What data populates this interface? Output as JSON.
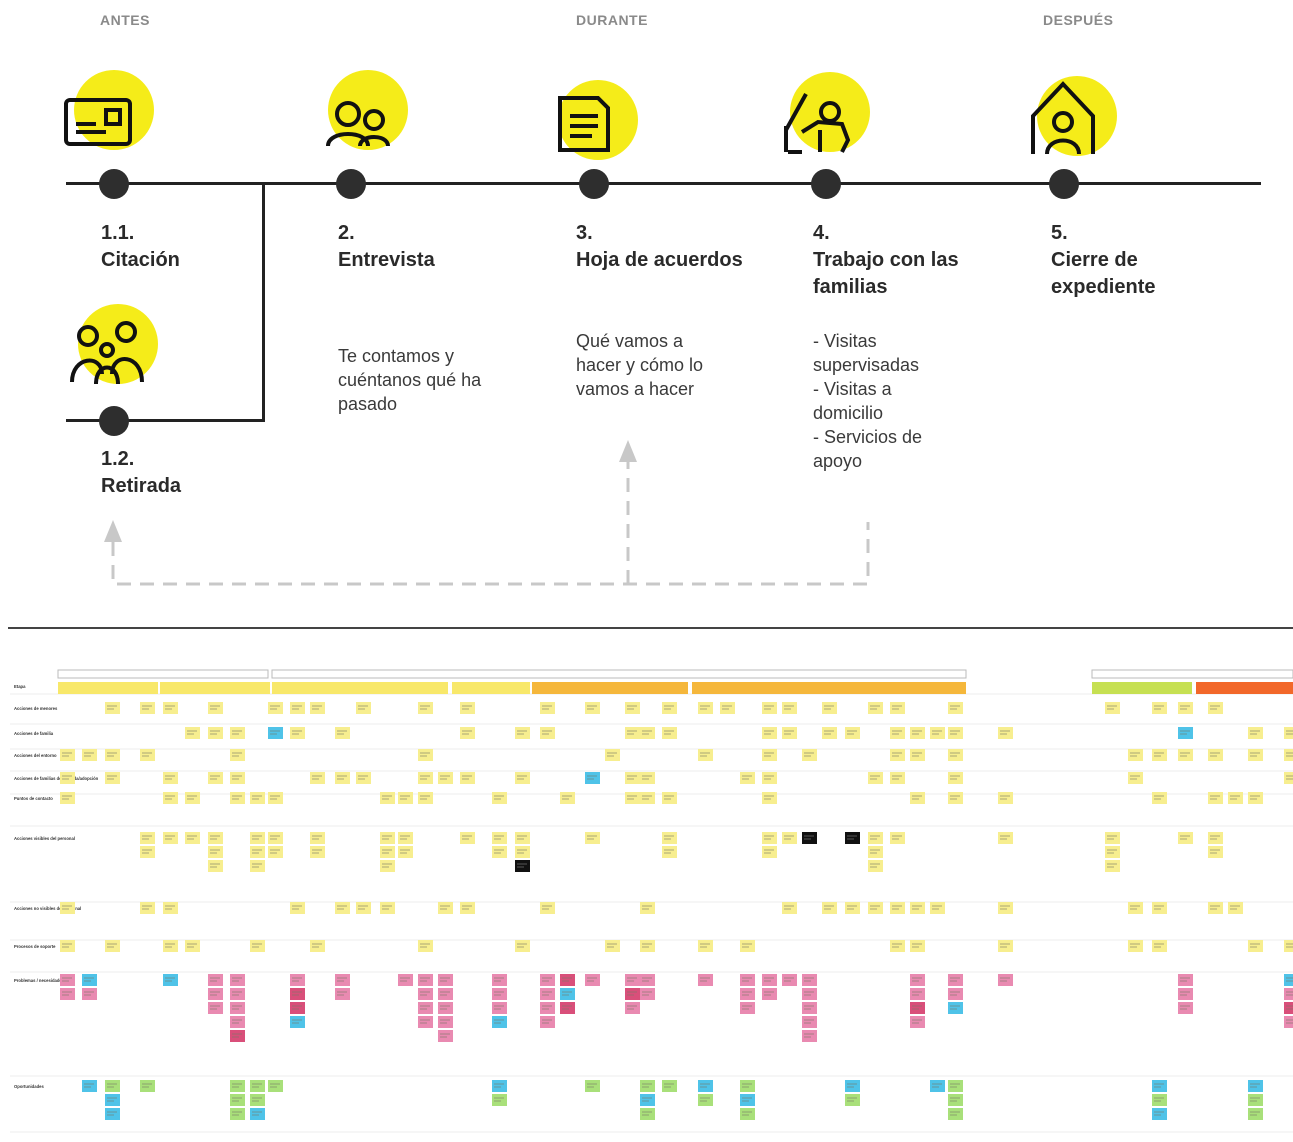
{
  "phases": {
    "before": "ANTES",
    "during": "DURANTE",
    "after": "DESPUÉS"
  },
  "steps": [
    {
      "num": "1.1.",
      "title": "Citación",
      "icon": "id-card-icon"
    },
    {
      "num": "2.",
      "title": "Entrevista",
      "icon": "two-people-icon"
    },
    {
      "num": "3.",
      "title": "Hoja de acuerdos",
      "icon": "document-icon"
    },
    {
      "num": "4.",
      "title": "Trabajo con las familias",
      "icon": "teacher-pointing-icon"
    },
    {
      "num": "5.",
      "title": "Cierre de expediente",
      "icon": "house-person-icon"
    }
  ],
  "branch_step": {
    "num": "1.2.",
    "title": "Retirada",
    "icon": "family-icon"
  },
  "descriptions": {
    "entrevista": "Te contamos y\ncuéntanos qué ha\npasado",
    "acuerdos": "Qué vamos a\nhacer y cómo lo\nvamos a hacer",
    "familias": "- Visitas\nsupervisadas\n- Visitas a\ndomicilio\n- Servicios de\napoyo"
  },
  "colors": {
    "accent_yellow": "#f5ec19",
    "line": "#222222",
    "dot": "#2e2e2e",
    "dashed": "#c8c8c8",
    "sticky_yellow": "#f7ee8f",
    "sticky_pink": "#e98ab1",
    "sticky_green": "#a9e07a",
    "sticky_blue": "#4fc3e8",
    "sticky_black": "#111111"
  },
  "blueprint": {
    "rows": [
      "Etapa",
      "Acciones de menores",
      "Acciones de familia",
      "Acciones del entorno",
      "Acciones de familias de acogida/adopción",
      "Puntos de contacto",
      "Acciones visibles del personal",
      "Acciones no visibles del personal",
      "Procesos de soporte",
      "Problemas / necesidades",
      "Oportunidades"
    ]
  }
}
